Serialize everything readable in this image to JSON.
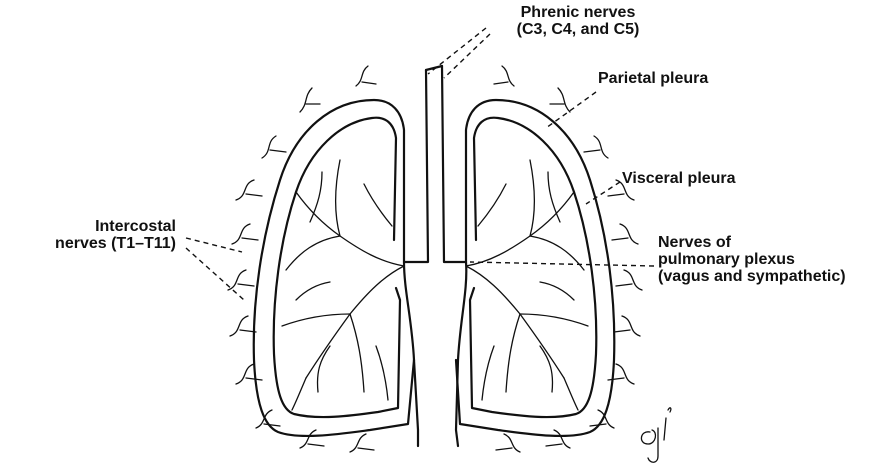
{
  "labels": {
    "phrenic_line1": "Phrenic nerves",
    "phrenic_line2": "(C3, C4, and C5)",
    "parietal": "Parietal pleura",
    "visceral": "Visceral pleura",
    "intercostal_line1": "Intercostal",
    "intercostal_line2": "nerves (T1–T11)",
    "pulmonary_line1": "Nerves of",
    "pulmonary_line2": "pulmonary plexus",
    "pulmonary_line3": "(vagus and sympathetic)",
    "signature": "gj"
  },
  "colors": {
    "ink": "#111111",
    "background": "#ffffff"
  }
}
